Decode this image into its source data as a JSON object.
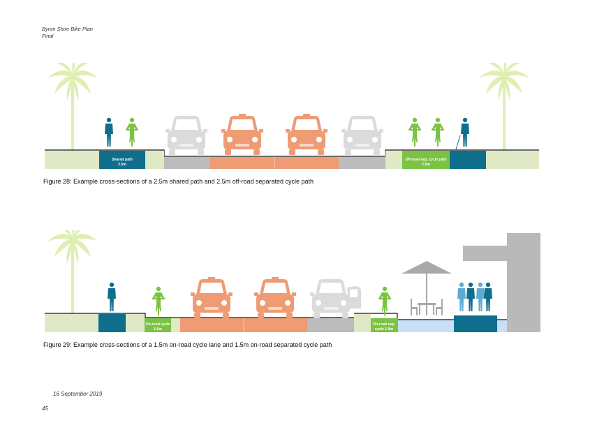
{
  "header": {
    "document_title": "Byron Shire Bike Plan",
    "status": "Final"
  },
  "figure28": {
    "caption": "Figure 28: Example cross-sections of a 2.5m shared path and 2.5m off-road separated cycle path",
    "shared_path_label_line1": "Shared path",
    "shared_path_label_line2": "2.5m",
    "offroad_label_line1": "Off-road sep. cycle path",
    "offroad_label_line2": "2.5m"
  },
  "figure29": {
    "caption": "Figure 29: Example cross-sections of a 1.5m on-road cycle lane and 1.5m on-road separated cycle path",
    "onroad_label_line1": "On-road cycle",
    "onroad_label_line2": "1.5m",
    "onroad_sep_label_line1": "On-road sep.",
    "onroad_sep_label_line2": "cycle 1.5m"
  },
  "footer": {
    "date": "16 September 2019",
    "page_number": "45"
  },
  "colors": {
    "verge": "#dfe9c6",
    "path_blue": "#0f6e8c",
    "cycle_green": "#7cc243",
    "road_grey": "#bcbcbc",
    "car_lane_orange": "#ef9b73",
    "cafe_blue": "#c9dff5",
    "palm": "#dfeeb1"
  }
}
